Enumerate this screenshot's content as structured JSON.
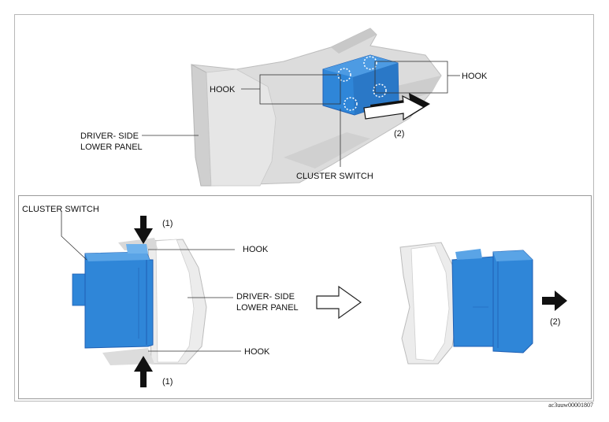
{
  "upper": {
    "hook_left": "HOOK",
    "hook_right": "HOOK",
    "panel_line1": "DRIVER- SIDE",
    "panel_line2": "LOWER PANEL",
    "cluster_switch": "CLUSTER SWITCH",
    "step2": "(2)"
  },
  "lower": {
    "cluster_switch": "CLUSTER SWITCH",
    "step1_top": "(1)",
    "step1_bottom": "(1)",
    "hook_top": "HOOK",
    "hook_bottom": "HOOK",
    "panel_line1": "DRIVER- SIDE",
    "panel_line2": "LOWER PANEL",
    "step2": "(2)"
  },
  "figure_code": "ac3uuw00001807",
  "colors": {
    "switch_blue": "#2f86d8",
    "switch_dark": "#1f5fb3",
    "panel_gray": "#d9d9d9",
    "panel_dark": "#bdbdbd"
  }
}
